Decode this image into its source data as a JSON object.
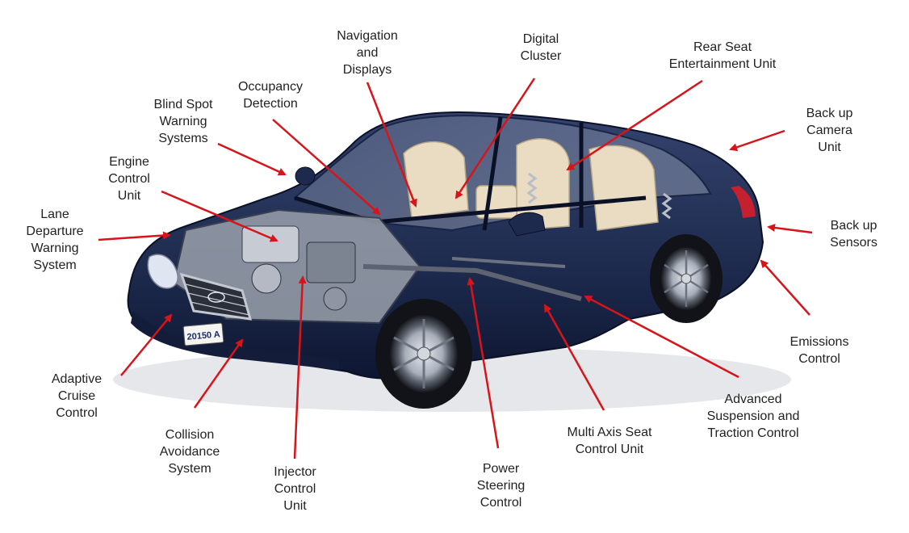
{
  "colors": {
    "arrow": "#d7141a",
    "body": "#1d2a4d",
    "body_dark": "#0e1631",
    "interior": "#e9dcc2",
    "chrome": "#b9bec7",
    "text": "#222222"
  },
  "labels": {
    "navigation": [
      "Navigation",
      "and",
      "Displays"
    ],
    "digital_cluster": [
      "Digital",
      "Cluster"
    ],
    "rear_seat": [
      "Rear Seat",
      "Entertainment Unit"
    ],
    "occupancy": [
      "Occupancy",
      "Detection"
    ],
    "blind_spot": [
      "Blind Spot",
      "Warning",
      "Systems"
    ],
    "backup_camera": [
      "Back up",
      "Camera",
      "Unit"
    ],
    "engine_control": [
      "Engine",
      "Control",
      "Unit"
    ],
    "backup_sensors": [
      "Back up",
      "Sensors"
    ],
    "lane_departure": [
      "Lane",
      "Departure",
      "Warning",
      "System"
    ],
    "emissions": [
      "Emissions",
      "Control"
    ],
    "adaptive_cruise": [
      "Adaptive",
      "Cruise",
      "Control"
    ],
    "advanced_suspension": [
      "Advanced",
      "Suspension and",
      "Traction Control"
    ],
    "collision": [
      "Collision",
      "Avoidance",
      "System"
    ],
    "multi_axis": [
      "Multi Axis Seat",
      "Control Unit"
    ],
    "injector": [
      "Injector",
      "Control",
      "Unit"
    ],
    "power_steering": [
      "Power",
      "Steering",
      "Control"
    ]
  },
  "license_plate": "20150 A"
}
